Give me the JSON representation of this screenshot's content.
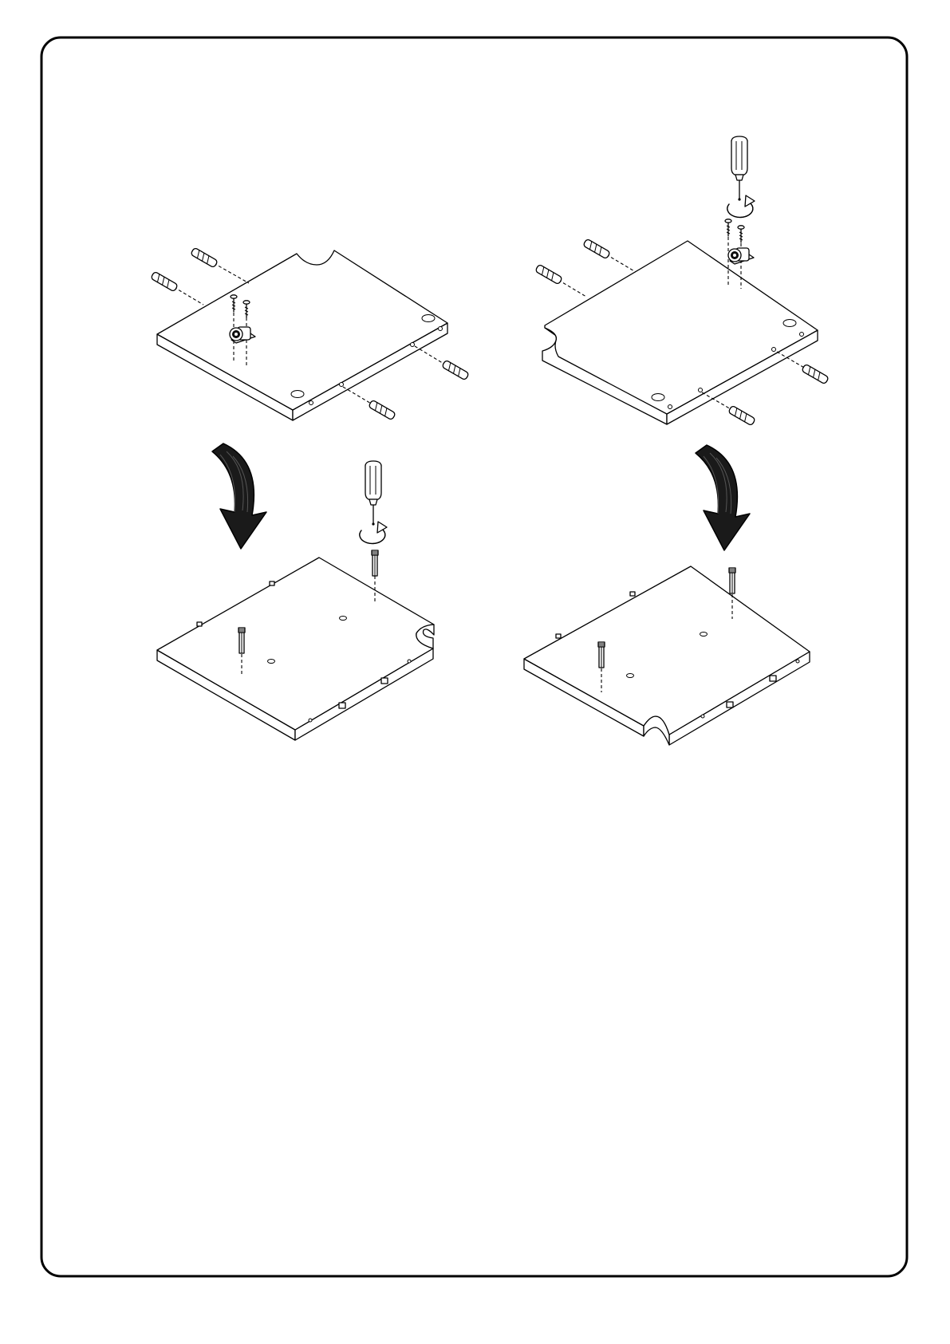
{
  "document": {
    "type": "assembly-instruction-page",
    "steps": [
      {
        "id": "top-left",
        "parts": [
          "wooden-dowel",
          "wooden-dowel",
          "wooden-dowel",
          "wooden-dowel",
          "screw",
          "screw",
          "cam-lock-bracket"
        ]
      },
      {
        "id": "top-right",
        "parts": [
          "wooden-dowel",
          "wooden-dowel",
          "wooden-dowel",
          "wooden-dowel",
          "screw",
          "screw",
          "cam-lock-bracket"
        ],
        "tool": "screwdriver-icon"
      },
      {
        "id": "bottom-left",
        "parts": [
          "cam-bolt"
        ],
        "tool": "screwdriver-icon"
      },
      {
        "id": "bottom-right",
        "parts": [
          "cam-bolt",
          "cam-bolt"
        ]
      }
    ],
    "colors": {
      "line": "#000000",
      "paper": "#ffffff",
      "arrow": "#111111"
    }
  }
}
